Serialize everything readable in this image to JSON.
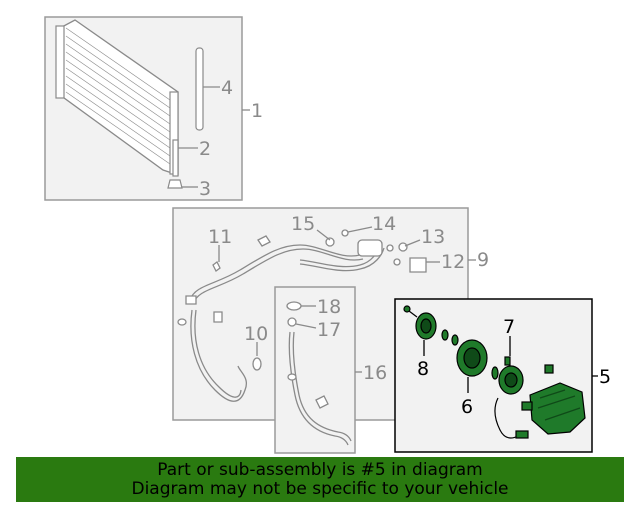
{
  "callouts": {
    "c1": "1",
    "c2": "2",
    "c3": "3",
    "c4": "4",
    "c5": "5",
    "c6": "6",
    "c7": "7",
    "c8": "8",
    "c9": "9",
    "c10": "10",
    "c11": "11",
    "c12": "12",
    "c13": "13",
    "c14": "14",
    "c15": "15",
    "c16": "16",
    "c17": "17",
    "c18": "18"
  },
  "banner": {
    "line1": "Part or sub-assembly is #5 in diagram",
    "line2": "Diagram may not be specific to your vehicle"
  },
  "colors": {
    "highlight_green": "#2a7a10",
    "part_green": "#1f7a2a",
    "grey_text": "#8a8a8a",
    "box_fill": "#f2f2f2"
  }
}
